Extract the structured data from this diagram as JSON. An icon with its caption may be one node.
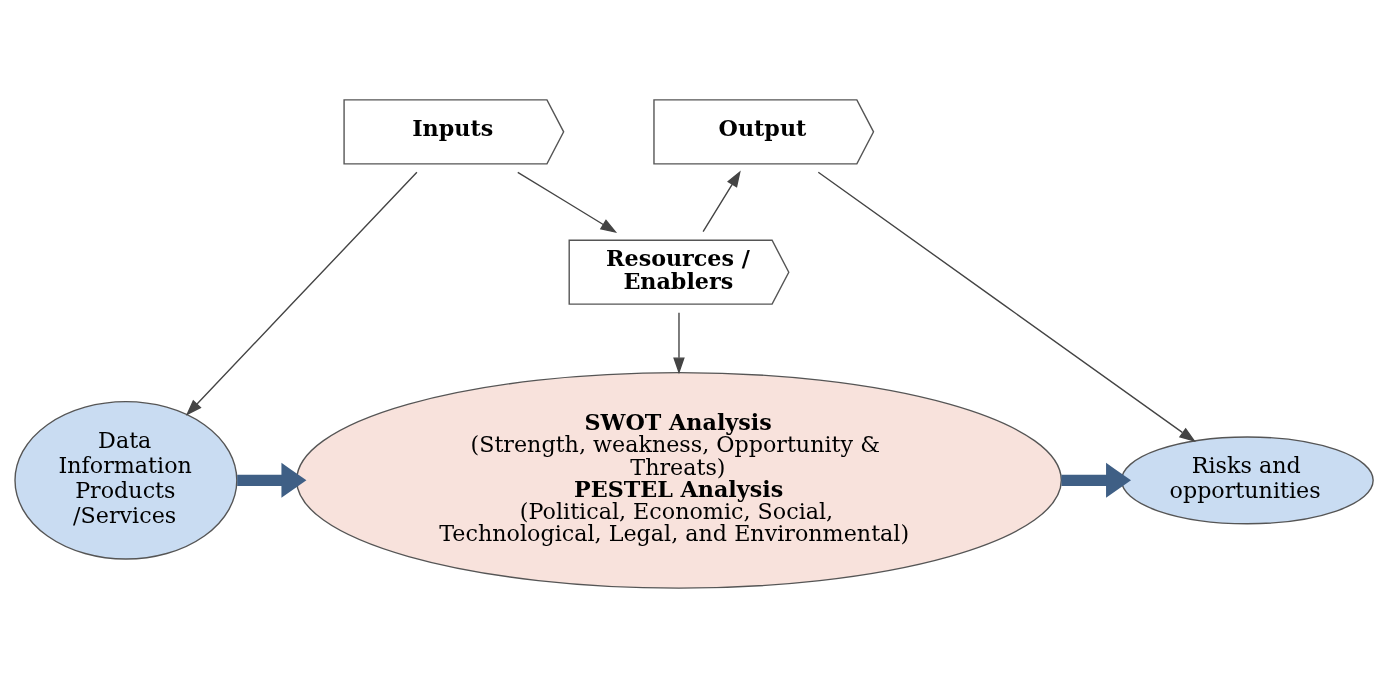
{
  "diagram": {
    "nodes": [
      {
        "text": [
          "Inputs"
        ]
      },
      {
        "text": [
          "Resources / Enablers"
        ]
      },
      {
        "text": [
          "Output"
        ]
      },
      {
        "text": [
          "Data Information Products /Services"
        ]
      },
      {
        "text": [
          "SWOT Analysis",
          "(Strength, weakness, Opportunity & Threats)",
          "PESTEL Analysis",
          "(Political, Economic, Social, Technological, Legal, and Environmental)"
        ]
      },
      {
        "text": [
          "Risks and opportunities"
        ]
      }
    ],
    "edges": [
      {
        "from": 0,
        "to": 1,
        "arrow": "to"
      },
      {
        "from": 1,
        "to": 2,
        "arrow": "to"
      },
      {
        "from": 0,
        "to": 3,
        "arrow": "to"
      },
      {
        "from": 1,
        "to": 4,
        "arrow": "to"
      },
      {
        "from": 2,
        "to": 5,
        "arrow": "to"
      },
      {
        "from": 3,
        "to": 4,
        "arrow": "to",
        "style": "thick",
        "color": "#3f5f85"
      },
      {
        "from": 4,
        "to": 5,
        "arrow": "to",
        "style": "thick",
        "color": "#3f5f85"
      }
    ]
  }
}
